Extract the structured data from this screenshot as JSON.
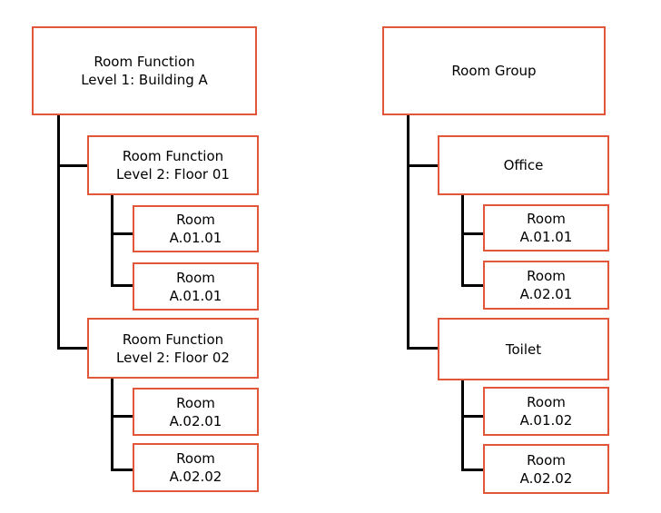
{
  "colors": {
    "box_border": "#E2563A",
    "connector_line": "#000000",
    "text": "#000000",
    "background": "#FFFFFF"
  },
  "trees": {
    "left": {
      "nodes": {
        "root": {
          "lines": [
            "Room Function",
            "Level 1: Building A"
          ]
        },
        "floor01": {
          "lines": [
            "Room Function",
            "Level 2: Floor 01"
          ]
        },
        "floor01_room1": {
          "lines": [
            "Room",
            "A.01.01"
          ]
        },
        "floor01_room2": {
          "lines": [
            "Room",
            "A.01.01"
          ]
        },
        "floor02": {
          "lines": [
            "Room Function",
            "Level 2: Floor 02"
          ]
        },
        "floor02_room1": {
          "lines": [
            "Room",
            "A.02.01"
          ]
        },
        "floor02_room2": {
          "lines": [
            "Room",
            "A.02.02"
          ]
        }
      }
    },
    "right": {
      "nodes": {
        "root": {
          "lines": [
            "Room Group"
          ]
        },
        "office": {
          "lines": [
            "Office"
          ]
        },
        "office_room1": {
          "lines": [
            "Room",
            "A.01.01"
          ]
        },
        "office_room2": {
          "lines": [
            "Room",
            "A.02.01"
          ]
        },
        "toilet": {
          "lines": [
            "Toilet"
          ]
        },
        "toilet_room1": {
          "lines": [
            "Room",
            "A.01.02"
          ]
        },
        "toilet_room2": {
          "lines": [
            "Room",
            "A.02.02"
          ]
        }
      }
    }
  }
}
